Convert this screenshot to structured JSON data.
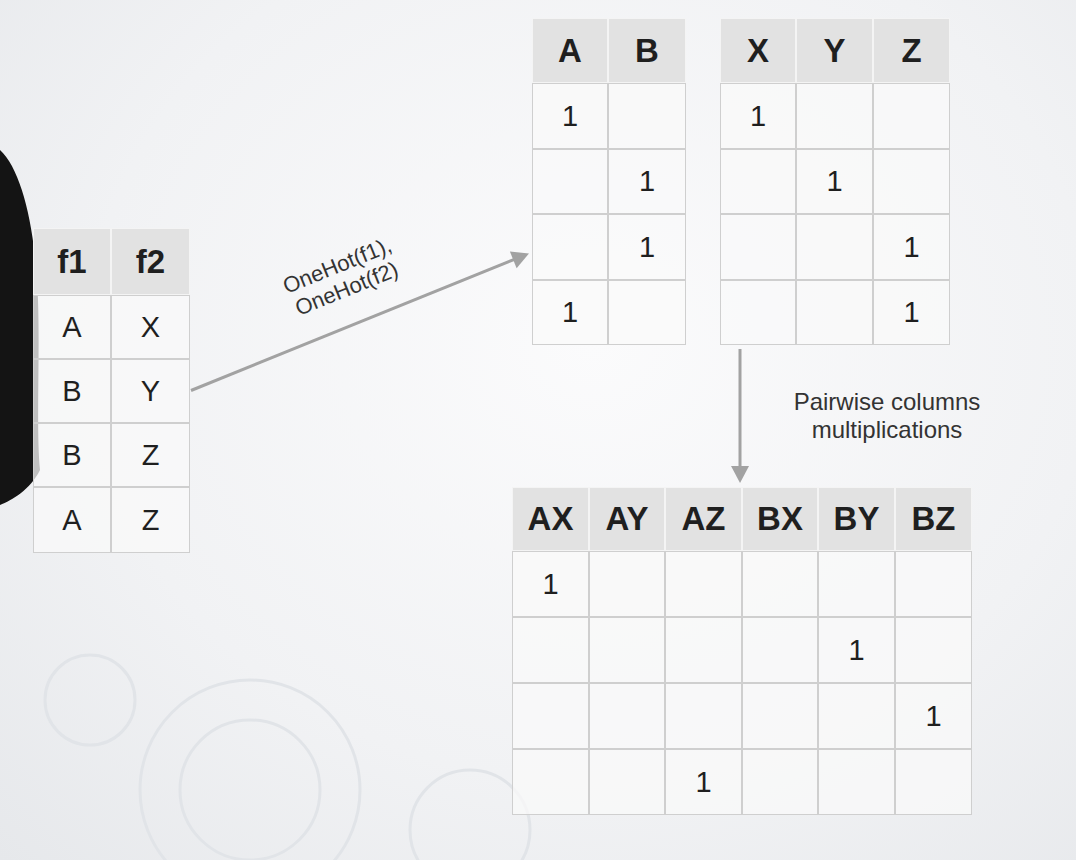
{
  "diagram": {
    "nodes": [
      {
        "text": [
          "f1",
          "f2",
          "A",
          "X",
          "B",
          "Y",
          "B",
          "Z",
          "A",
          "Z"
        ]
      },
      {
        "text": [
          "A",
          "B",
          "1",
          "1",
          "1",
          "1"
        ]
      },
      {
        "text": [
          "X",
          "Y",
          "Z",
          "1",
          "1",
          "1",
          "1"
        ]
      },
      {
        "text": [
          "AX",
          "AY",
          "AZ",
          "BX",
          "BY",
          "BZ",
          "1",
          "1",
          "1",
          "1"
        ]
      }
    ],
    "edges": [
      {
        "from": 0,
        "to": 1,
        "arrow": "to",
        "label": "OneHot(f1), OneHot(f2)"
      },
      {
        "from": 2,
        "to": 3,
        "arrow": "to",
        "label": "Pairwise columns multiplications"
      }
    ]
  }
}
